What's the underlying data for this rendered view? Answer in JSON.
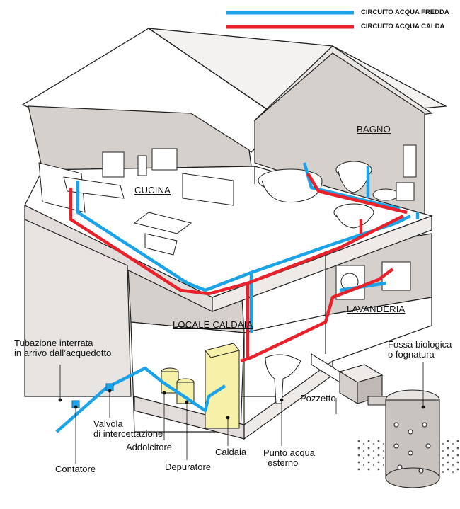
{
  "legend": {
    "cold": {
      "label": "CIRCUITO ACQUA FREDDA",
      "color": "#1aa3e8"
    },
    "hot": {
      "label": "CIRCUITO ACQUA CALDA",
      "color": "#e8212b"
    }
  },
  "rooms": {
    "cucina": "CUCINA",
    "bagno": "BAGNO",
    "lavanderia": "LAVANDERIA",
    "locale_caldaia": "LOCALE CALDAIA"
  },
  "labels": {
    "tubazione_1": "Tubazione interrata",
    "tubazione_2": "in arrivo dall’acquedotto",
    "valvola_1": "Valvola",
    "valvola_2": "di intercettazione",
    "addolcitore": "Addolcitore",
    "contatore": "Contatore",
    "depuratore": "Depuratore",
    "caldaia": "Caldaia",
    "punto_1": "Punto acqua",
    "punto_2": "esterno",
    "pozzetto": "Pozzetto",
    "fossa_1": "Fossa biologica",
    "fossa_2": "o fognatura"
  },
  "colors": {
    "wall_gray": "#d6d0cd",
    "floor_white": "#ffffff",
    "outline": "#222222",
    "boiler_yellow": "#f7f0a8"
  }
}
